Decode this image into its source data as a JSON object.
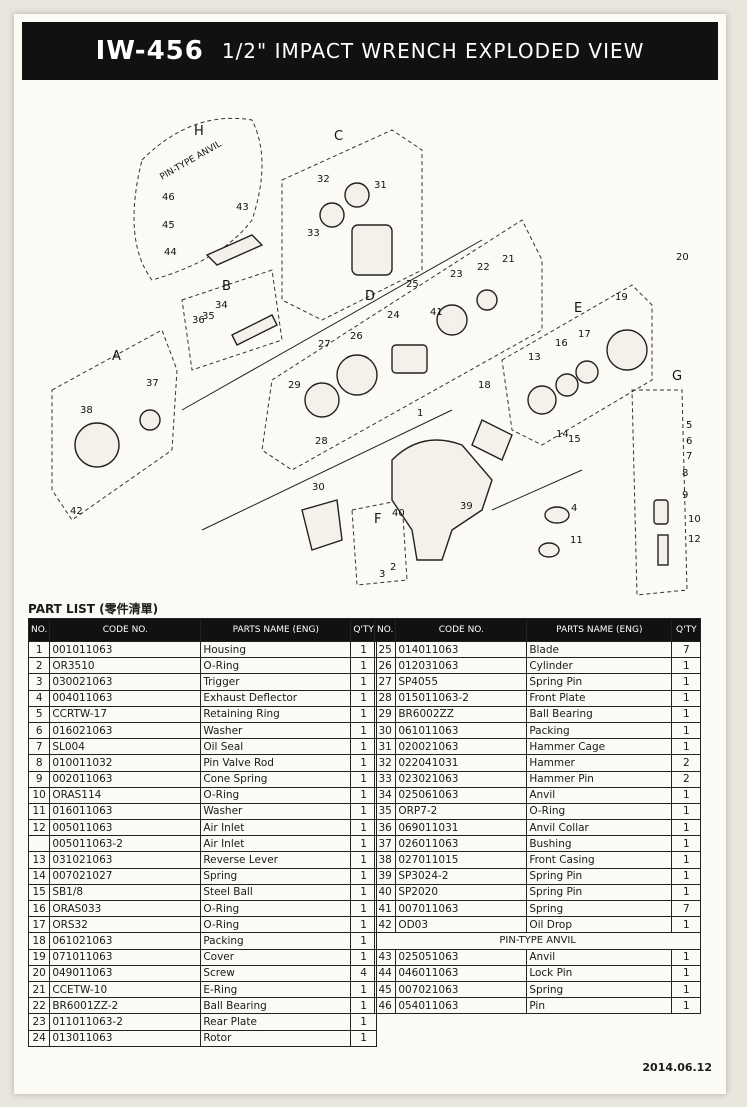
{
  "header": {
    "model": "IW-456",
    "title": "1/2\" IMPACT WRENCH EXPLODED VIEW"
  },
  "diagram": {
    "group_labels": [
      "H",
      "C",
      "B",
      "D",
      "A",
      "E",
      "G",
      "F"
    ],
    "pin_type_label": "PIN-TYPE ANVIL",
    "part_numbers": [
      "46",
      "45",
      "44",
      "43",
      "32",
      "31",
      "33",
      "36",
      "35",
      "34",
      "25",
      "24",
      "41",
      "23",
      "22",
      "21",
      "20",
      "19",
      "27",
      "26",
      "29",
      "28",
      "37",
      "38",
      "1",
      "18",
      "13",
      "16",
      "17",
      "14",
      "15",
      "30",
      "40",
      "39",
      "4",
      "11",
      "3",
      "2",
      "42",
      "5",
      "6",
      "7",
      "8",
      "9",
      "10",
      "12"
    ]
  },
  "part_list": {
    "title": "PART LIST (零件清單)",
    "headers": {
      "no": "NO.",
      "code": "CODE NO.",
      "name": "PARTS NAME (ENG)",
      "qty": "Q'TY"
    },
    "left_rows": [
      {
        "no": "1",
        "code": "001011063",
        "name": "Housing",
        "qty": "1"
      },
      {
        "no": "2",
        "code": "OR3510",
        "name": "O-Ring",
        "qty": "1"
      },
      {
        "no": "3",
        "code": "030021063",
        "name": "Trigger",
        "qty": "1"
      },
      {
        "no": "4",
        "code": "004011063",
        "name": "Exhaust Deflector",
        "qty": "1"
      },
      {
        "no": "5",
        "code": "CCRTW-17",
        "name": "Retaining Ring",
        "qty": "1"
      },
      {
        "no": "6",
        "code": "016021063",
        "name": "Washer",
        "qty": "1"
      },
      {
        "no": "7",
        "code": "SL004",
        "name": "Oil Seal",
        "qty": "1"
      },
      {
        "no": "8",
        "code": "010011032",
        "name": "Pin Valve Rod",
        "qty": "1"
      },
      {
        "no": "9",
        "code": "002011063",
        "name": "Cone Spring",
        "qty": "1"
      },
      {
        "no": "10",
        "code": "ORAS114",
        "name": "O-Ring",
        "qty": "1"
      },
      {
        "no": "11",
        "code": "016011063",
        "name": "Washer",
        "qty": "1"
      },
      {
        "no": "12",
        "code": "005011063",
        "name": "Air Inlet",
        "qty": "1"
      },
      {
        "no": "",
        "code": "005011063-2",
        "name": "Air Inlet",
        "qty": "1"
      },
      {
        "no": "13",
        "code": "031021063",
        "name": "Reverse Lever",
        "qty": "1"
      },
      {
        "no": "14",
        "code": "007021027",
        "name": "Spring",
        "qty": "1"
      },
      {
        "no": "15",
        "code": "SB1/8",
        "name": "Steel Ball",
        "qty": "1"
      },
      {
        "no": "16",
        "code": "ORAS033",
        "name": "O-Ring",
        "qty": "1"
      },
      {
        "no": "17",
        "code": "ORS32",
        "name": "O-Ring",
        "qty": "1"
      },
      {
        "no": "18",
        "code": "061021063",
        "name": "Packing",
        "qty": "1"
      },
      {
        "no": "19",
        "code": "071011063",
        "name": "Cover",
        "qty": "1"
      },
      {
        "no": "20",
        "code": "049011063",
        "name": "Screw",
        "qty": "4"
      },
      {
        "no": "21",
        "code": "CCETW-10",
        "name": "E-Ring",
        "qty": "1"
      },
      {
        "no": "22",
        "code": "BR6001ZZ-2",
        "name": "Ball Bearing",
        "qty": "1"
      },
      {
        "no": "23",
        "code": "011011063-2",
        "name": "Rear Plate",
        "qty": "1"
      },
      {
        "no": "24",
        "code": "013011063",
        "name": "Rotor",
        "qty": "1"
      }
    ],
    "right_rows": [
      {
        "no": "25",
        "code": "014011063",
        "name": "Blade",
        "qty": "7"
      },
      {
        "no": "26",
        "code": "012031063",
        "name": "Cylinder",
        "qty": "1"
      },
      {
        "no": "27",
        "code": "SP4055",
        "name": "Spring Pin",
        "qty": "1"
      },
      {
        "no": "28",
        "code": "015011063-2",
        "name": "Front Plate",
        "qty": "1"
      },
      {
        "no": "29",
        "code": "BR6002ZZ",
        "name": "Ball Bearing",
        "qty": "1"
      },
      {
        "no": "30",
        "code": "061011063",
        "name": "Packing",
        "qty": "1"
      },
      {
        "no": "31",
        "code": "020021063",
        "name": "Hammer Cage",
        "qty": "1"
      },
      {
        "no": "32",
        "code": "022041031",
        "name": "Hammer",
        "qty": "2"
      },
      {
        "no": "33",
        "code": "023021063",
        "name": "Hammer Pin",
        "qty": "2"
      },
      {
        "no": "34",
        "code": "025061063",
        "name": "Anvil",
        "qty": "1"
      },
      {
        "no": "35",
        "code": "ORP7-2",
        "name": "O-Ring",
        "qty": "1"
      },
      {
        "no": "36",
        "code": "069011031",
        "name": "Anvil Collar",
        "qty": "1"
      },
      {
        "no": "37",
        "code": "026011063",
        "name": "Bushing",
        "qty": "1"
      },
      {
        "no": "38",
        "code": "027011015",
        "name": "Front Casing",
        "qty": "1"
      },
      {
        "no": "39",
        "code": "SP3024-2",
        "name": "Spring Pin",
        "qty": "1"
      },
      {
        "no": "40",
        "code": "SP2020",
        "name": "Spring Pin",
        "qty": "1"
      },
      {
        "no": "41",
        "code": "007011063",
        "name": "Spring",
        "qty": "7"
      },
      {
        "no": "42",
        "code": "OD03",
        "name": "Oil Drop",
        "qty": "1"
      }
    ],
    "pin_type_section": "PIN-TYPE ANVIL",
    "pin_rows": [
      {
        "no": "43",
        "code": "025051063",
        "name": "Anvil",
        "qty": "1"
      },
      {
        "no": "44",
        "code": "046011063",
        "name": "Lock Pin",
        "qty": "1"
      },
      {
        "no": "45",
        "code": "007021063",
        "name": "Spring",
        "qty": "1"
      },
      {
        "no": "46",
        "code": "054011063",
        "name": "Pin",
        "qty": "1"
      }
    ]
  },
  "footer": {
    "date": "2014.06.12"
  }
}
